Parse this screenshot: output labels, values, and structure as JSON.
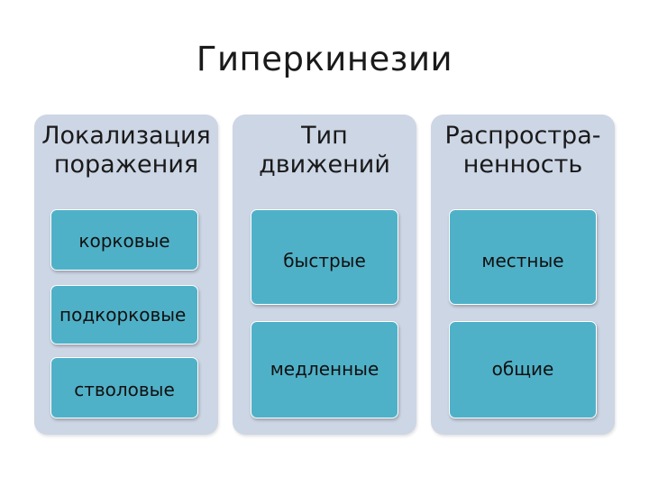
{
  "title": "Гиперкинезии",
  "columns": [
    {
      "header": [
        "Локализация",
        "поражения"
      ],
      "items": [
        "корковые",
        "подкорковые",
        "стволовые"
      ]
    },
    {
      "header": [
        "Тип",
        "движений"
      ],
      "items": [
        "быстрые",
        "медленные"
      ]
    },
    {
      "header": [
        "Распростра-",
        "ненность"
      ],
      "items": [
        "местные",
        "общие"
      ]
    }
  ],
  "colors": {
    "column_background": "#cdd6e5",
    "box_fill": "#4fb1c8",
    "text": "#1a1a1a"
  }
}
